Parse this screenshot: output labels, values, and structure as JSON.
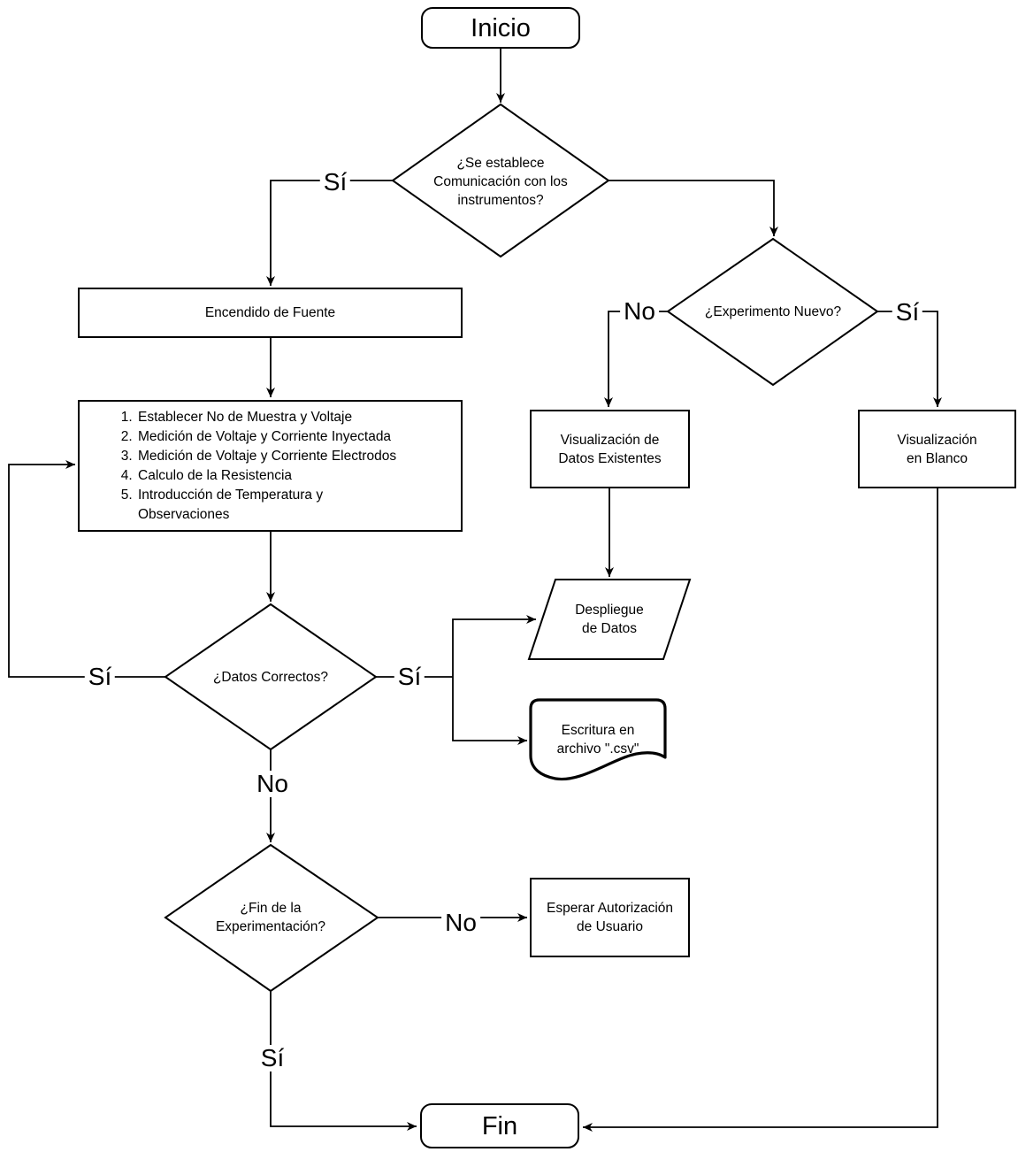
{
  "diagram_type": "flowchart",
  "colors": {
    "stroke": "#000000",
    "fill": "#ffffff",
    "text": "#000000"
  },
  "nodes": {
    "inicio": {
      "label": "Inicio"
    },
    "decision_comunicacion": {
      "label": "¿Se establece\nComunicación con los\ninstrumentos?"
    },
    "encendido": {
      "label": "Encendido de Fuente"
    },
    "steps": {
      "items": [
        "Establecer No de Muestra y Voltaje",
        "Medición de Voltaje y Corriente Inyectada",
        "Medición de Voltaje y Corriente Electrodos",
        "Calculo de la Resistencia",
        "Introducción de Temperatura y\nObservaciones"
      ]
    },
    "decision_experimento": {
      "label": "¿Experimento Nuevo?"
    },
    "vis_datos": {
      "label": "Visualización de\nDatos Existentes"
    },
    "vis_blanco": {
      "label": "Visualización\nen Blanco"
    },
    "decision_datos": {
      "label": "¿Datos Correctos?"
    },
    "despliegue": {
      "label": "Despliegue\nde Datos"
    },
    "escritura": {
      "label": "Escritura en\narchivo \".csv\""
    },
    "decision_fin": {
      "label": "¿Fin de la\nExperimentación?"
    },
    "esperar": {
      "label": "Esperar Autorización\nde Usuario"
    },
    "fin": {
      "label": "Fin"
    }
  },
  "edge_labels": {
    "si_comunicacion": "Sí",
    "no_experimento": "No",
    "si_experimento": "Sí",
    "si_datos_loop": "Sí",
    "si_datos_out": "Sí",
    "no_datos": "No",
    "no_fin": "No",
    "si_fin": "Sí"
  }
}
